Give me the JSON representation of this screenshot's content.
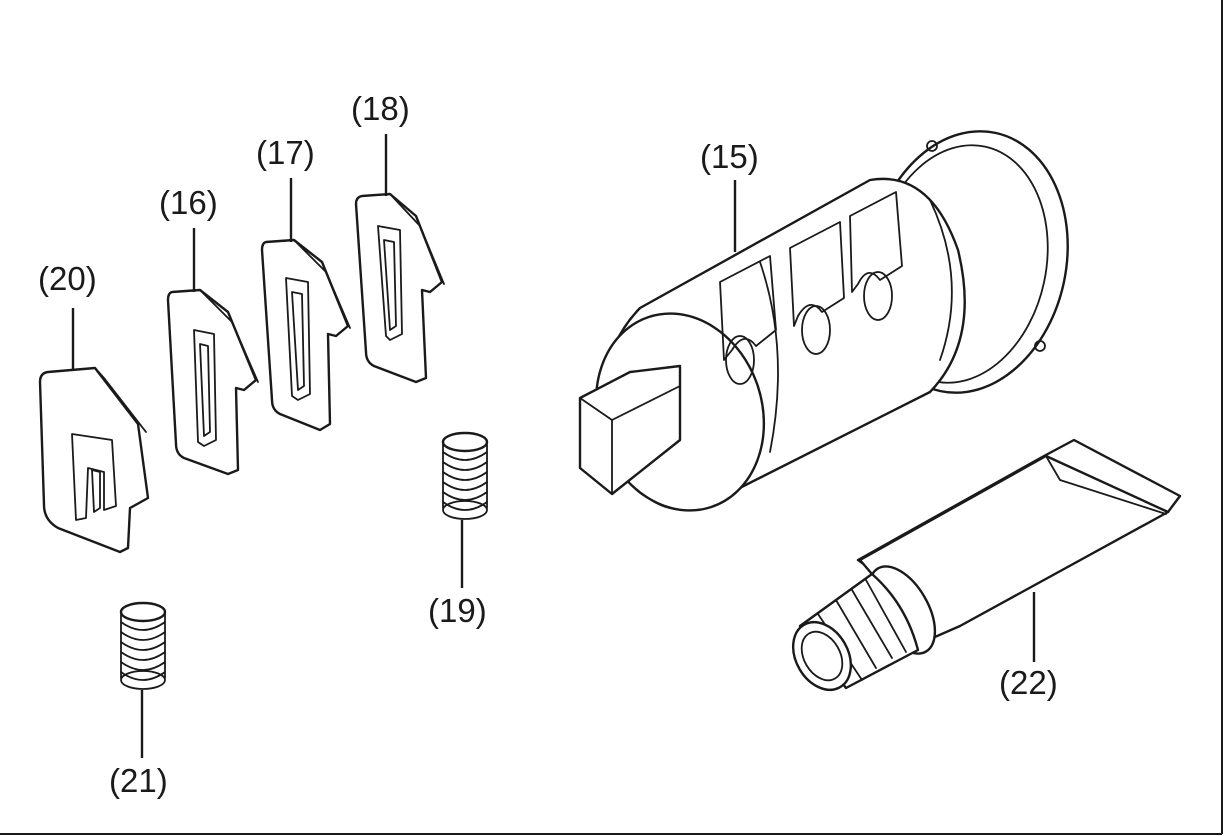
{
  "diagram": {
    "callouts": {
      "c15": "(15)",
      "c16": "(16)",
      "c17": "(17)",
      "c18": "(18)",
      "c19": "(19)",
      "c20": "(20)",
      "c21": "(21)",
      "c22": "(22)"
    }
  }
}
